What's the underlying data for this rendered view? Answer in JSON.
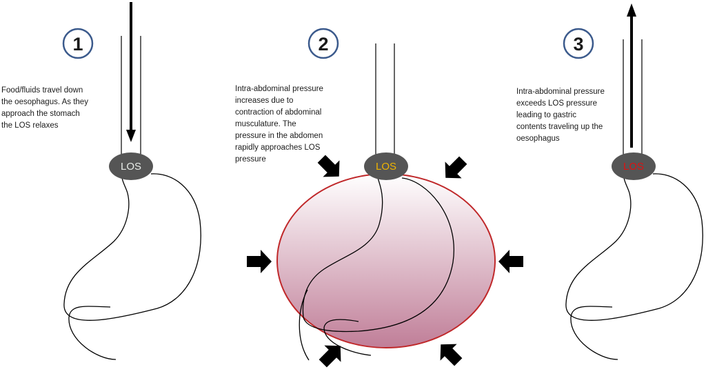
{
  "panels": [
    {
      "number": "1",
      "description_lines": [
        "Food/fluids travel down",
        "the oesophagus. As they",
        "approach the stomach",
        "the LOS relaxes"
      ],
      "los_label": "LOS",
      "los_label_color": "#e8ece8",
      "arrow_direction": "down"
    },
    {
      "number": "2",
      "description_lines": [
        "Intra-abdominal pressure",
        "increases due to",
        "contraction of abdominal",
        "musculature. The",
        "pressure in the abdomen",
        "rapidly approaches LOS",
        "pressure"
      ],
      "los_label": "LOS",
      "los_label_color": "#f0b400"
    },
    {
      "number": "3",
      "description_lines": [
        "Intra-abdominal pressure",
        "exceeds LOS pressure",
        "leading to gastric",
        "contents traveling up the",
        "oesophagus"
      ],
      "los_label": "LOS",
      "los_label_color": "#e01010",
      "arrow_direction": "up"
    }
  ],
  "colors": {
    "circle_border": "#3b5a8c",
    "los_fill": "#555555",
    "abdomen_border": "#c0282a",
    "abdomen_fill_top": "#ffffff",
    "abdomen_fill_bottom": "#c07e98"
  }
}
